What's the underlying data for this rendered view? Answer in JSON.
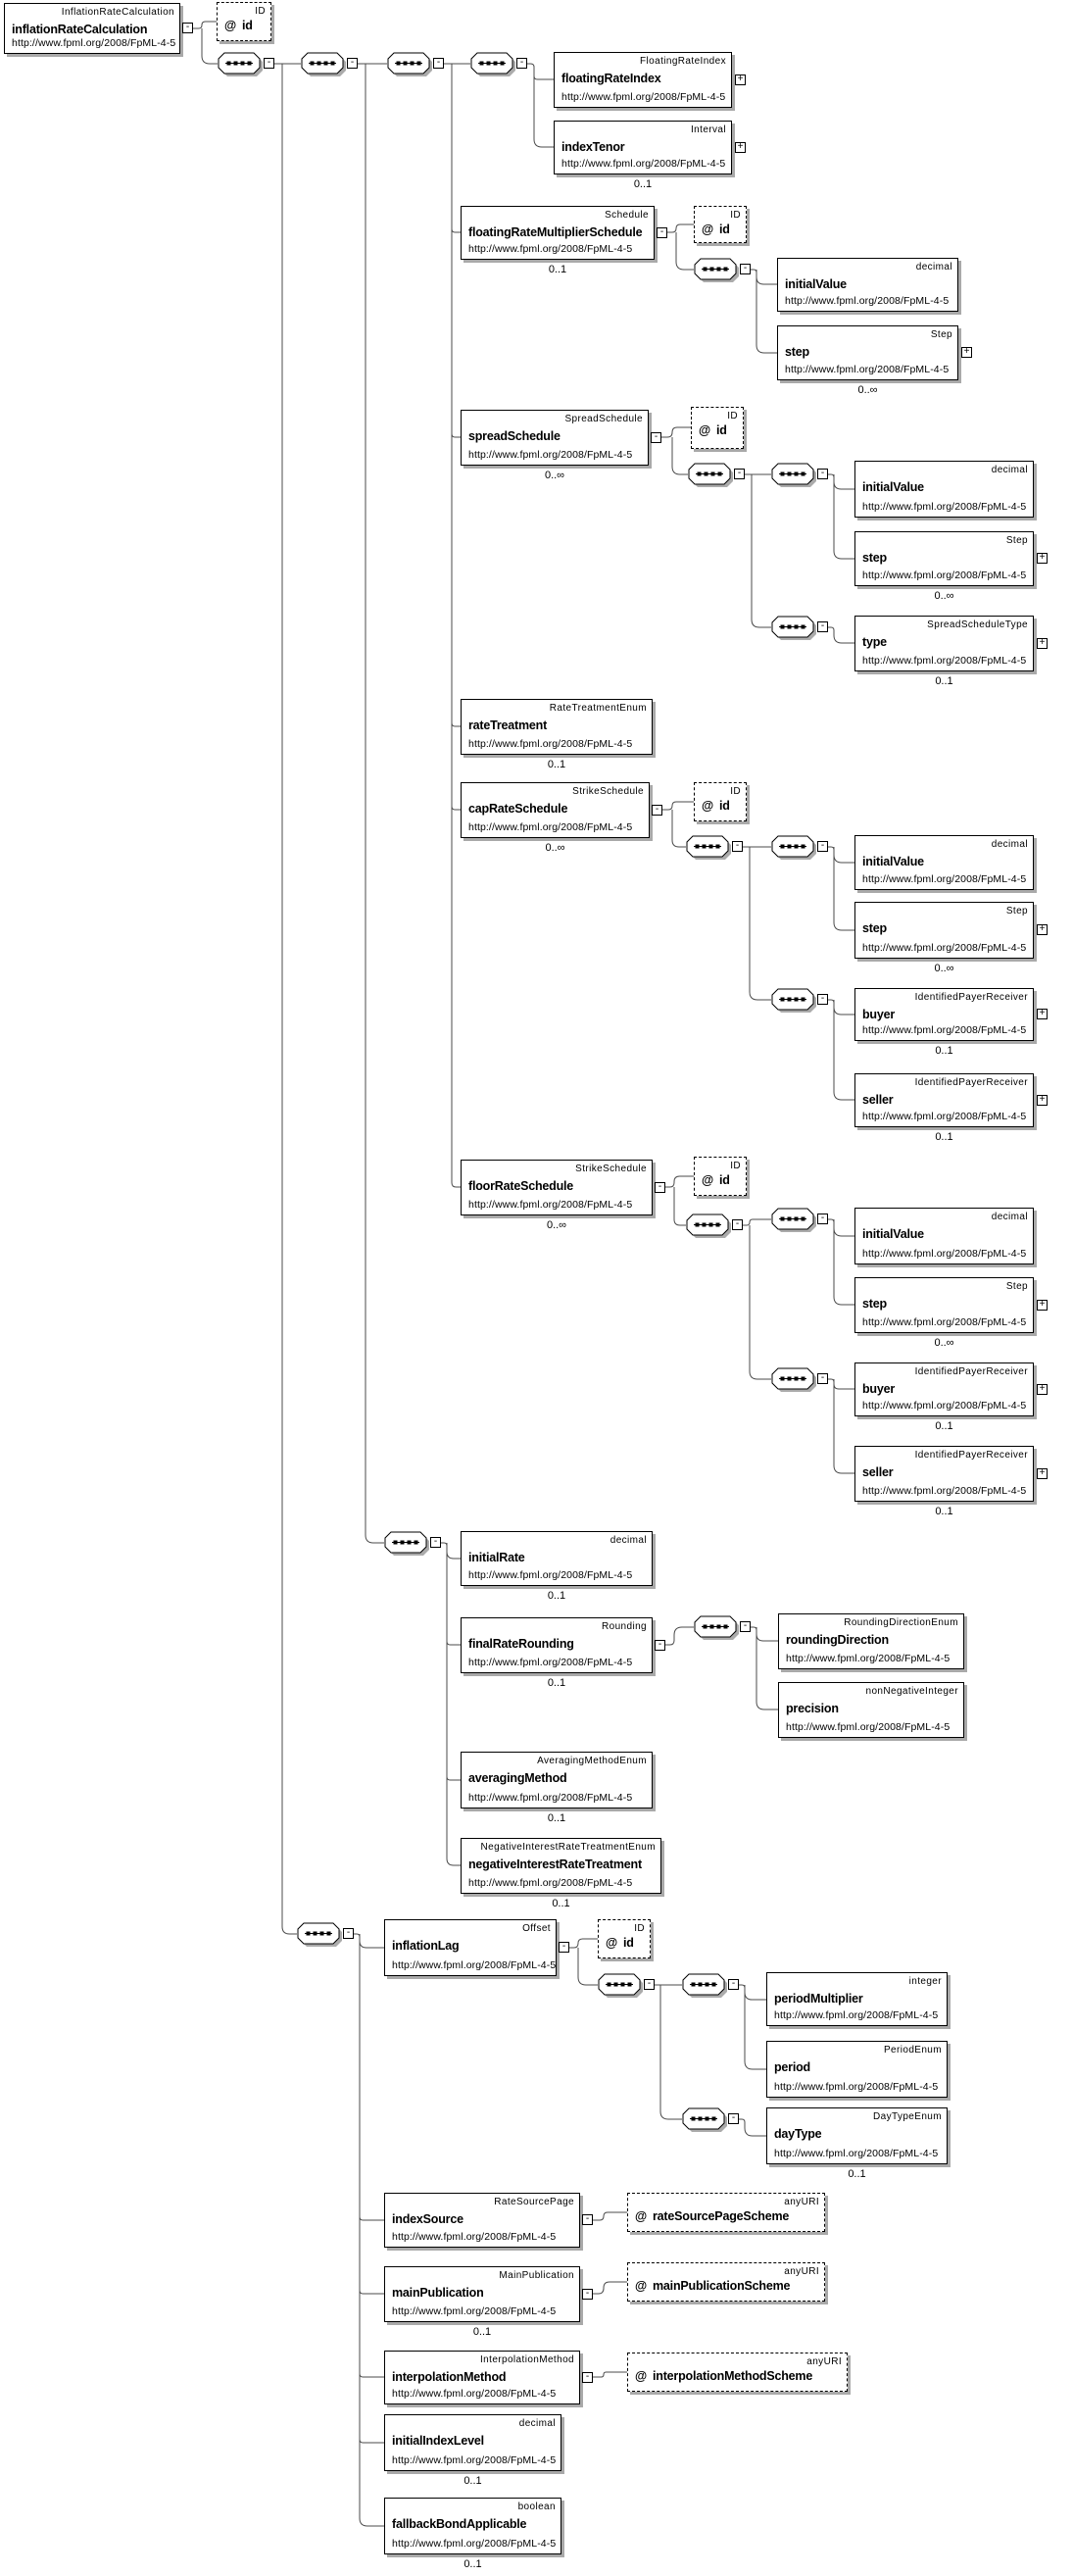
{
  "diagram": {
    "namespace": "http://www.fpml.org/2008/FpML-4-5",
    "icons": {
      "plus": "+",
      "minus": "-",
      "at": "@"
    },
    "nodes": [
      {
        "id": "e_root",
        "kind": "element",
        "type": "InflationRateCalculation",
        "name": "inflationRateCalculation",
        "minus": true
      },
      {
        "id": "a_root_id",
        "kind": "attribute",
        "type": "ID",
        "name": "id"
      },
      {
        "id": "s_a",
        "kind": "sequence"
      },
      {
        "id": "s_b",
        "kind": "sequence"
      },
      {
        "id": "s_c",
        "kind": "sequence"
      },
      {
        "id": "s_d",
        "kind": "sequence"
      },
      {
        "id": "e_fri",
        "kind": "element",
        "type": "FloatingRateIndex",
        "name": "floatingRateIndex",
        "plus": true
      },
      {
        "id": "e_tenor",
        "kind": "element",
        "type": "Interval",
        "name": "indexTenor",
        "plus": true,
        "card": "0..1"
      },
      {
        "id": "e_frms",
        "kind": "element",
        "type": "Schedule",
        "name": "floatingRateMultiplierSchedule",
        "minus": true,
        "card": "0..1"
      },
      {
        "id": "a_frms_id",
        "kind": "attribute",
        "type": "ID",
        "name": "id"
      },
      {
        "id": "s_frms",
        "kind": "sequence"
      },
      {
        "id": "e_frms_iv",
        "kind": "element",
        "type": "decimal",
        "name": "initialValue"
      },
      {
        "id": "e_frms_step",
        "kind": "element",
        "type": "Step",
        "name": "step",
        "plus": true,
        "card": "0..∞"
      },
      {
        "id": "e_ss",
        "kind": "element",
        "type": "SpreadSchedule",
        "name": "spreadSchedule",
        "minus": true,
        "card": "0..∞"
      },
      {
        "id": "a_ss_id",
        "kind": "attribute",
        "type": "ID",
        "name": "id"
      },
      {
        "id": "s_ss_o",
        "kind": "sequence"
      },
      {
        "id": "s_ss_1",
        "kind": "sequence"
      },
      {
        "id": "e_ss_iv",
        "kind": "element",
        "type": "decimal",
        "name": "initialValue"
      },
      {
        "id": "e_ss_step",
        "kind": "element",
        "type": "Step",
        "name": "step",
        "plus": true,
        "card": "0..∞"
      },
      {
        "id": "s_ss_2",
        "kind": "sequence"
      },
      {
        "id": "e_ss_type",
        "kind": "element",
        "type": "SpreadScheduleType",
        "name": "type",
        "plus": true,
        "card": "0..1"
      },
      {
        "id": "e_rt",
        "kind": "element",
        "type": "RateTreatmentEnum",
        "name": "rateTreatment",
        "card": "0..1"
      },
      {
        "id": "e_crs",
        "kind": "element",
        "type": "StrikeSchedule",
        "name": "capRateSchedule",
        "minus": true,
        "card": "0..∞"
      },
      {
        "id": "a_crs_id",
        "kind": "attribute",
        "type": "ID",
        "name": "id"
      },
      {
        "id": "s_crs_o",
        "kind": "sequence"
      },
      {
        "id": "s_crs_1",
        "kind": "sequence"
      },
      {
        "id": "e_crs_iv",
        "kind": "element",
        "type": "decimal",
        "name": "initialValue"
      },
      {
        "id": "e_crs_step",
        "kind": "element",
        "type": "Step",
        "name": "step",
        "plus": true,
        "card": "0..∞"
      },
      {
        "id": "s_crs_2",
        "kind": "sequence"
      },
      {
        "id": "e_crs_buyer",
        "kind": "element",
        "type": "IdentifiedPayerReceiver",
        "name": "buyer",
        "plus": true,
        "card": "0..1"
      },
      {
        "id": "e_crs_seller",
        "kind": "element",
        "type": "IdentifiedPayerReceiver",
        "name": "seller",
        "plus": true,
        "card": "0..1"
      },
      {
        "id": "e_flrs",
        "kind": "element",
        "type": "StrikeSchedule",
        "name": "floorRateSchedule",
        "minus": true,
        "card": "0..∞"
      },
      {
        "id": "a_flrs_id",
        "kind": "attribute",
        "type": "ID",
        "name": "id"
      },
      {
        "id": "s_flrs_o",
        "kind": "sequence"
      },
      {
        "id": "s_flrs_1",
        "kind": "sequence"
      },
      {
        "id": "e_flrs_iv",
        "kind": "element",
        "type": "decimal",
        "name": "initialValue"
      },
      {
        "id": "e_flrs_step",
        "kind": "element",
        "type": "Step",
        "name": "step",
        "plus": true,
        "card": "0..∞"
      },
      {
        "id": "s_flrs_2",
        "kind": "sequence"
      },
      {
        "id": "e_flrs_buyer",
        "kind": "element",
        "type": "IdentifiedPayerReceiver",
        "name": "buyer",
        "plus": true,
        "card": "0..1"
      },
      {
        "id": "e_flrs_seller",
        "kind": "element",
        "type": "IdentifiedPayerReceiver",
        "name": "seller",
        "plus": true,
        "card": "0..1"
      },
      {
        "id": "s_f",
        "kind": "sequence"
      },
      {
        "id": "e_ir",
        "kind": "element",
        "type": "decimal",
        "name": "initialRate",
        "card": "0..1"
      },
      {
        "id": "e_frr",
        "kind": "element",
        "type": "Rounding",
        "name": "finalRateRounding",
        "minus": true,
        "card": "0..1"
      },
      {
        "id": "s_g",
        "kind": "sequence"
      },
      {
        "id": "e_rd",
        "kind": "element",
        "type": "RoundingDirectionEnum",
        "name": "roundingDirection"
      },
      {
        "id": "e_prec",
        "kind": "element",
        "type": "nonNegativeInteger",
        "name": "precision"
      },
      {
        "id": "e_am",
        "kind": "element",
        "type": "AveragingMethodEnum",
        "name": "averagingMethod",
        "card": "0..1"
      },
      {
        "id": "e_nirt",
        "kind": "element",
        "type": "NegativeInterestRateTreatmentEnum",
        "name": "negativeInterestRateTreatment",
        "card": "0..1"
      },
      {
        "id": "s_e",
        "kind": "sequence"
      },
      {
        "id": "e_il",
        "kind": "element",
        "type": "Offset",
        "name": "inflationLag",
        "minus": true
      },
      {
        "id": "a_il_id",
        "kind": "attribute",
        "type": "ID",
        "name": "id"
      },
      {
        "id": "s_il_o",
        "kind": "sequence"
      },
      {
        "id": "s_il_1",
        "kind": "sequence"
      },
      {
        "id": "e_pm",
        "kind": "element",
        "type": "integer",
        "name": "periodMultiplier"
      },
      {
        "id": "e_per",
        "kind": "element",
        "type": "PeriodEnum",
        "name": "period"
      },
      {
        "id": "s_il_2",
        "kind": "sequence"
      },
      {
        "id": "e_dt",
        "kind": "element",
        "type": "DayTypeEnum",
        "name": "dayType",
        "card": "0..1"
      },
      {
        "id": "e_is",
        "kind": "element",
        "type": "RateSourcePage",
        "name": "indexSource",
        "minus": true
      },
      {
        "id": "a_rsps",
        "kind": "attribute",
        "type": "anyURI",
        "name": "rateSourcePageScheme"
      },
      {
        "id": "e_mp",
        "kind": "element",
        "type": "MainPublication",
        "name": "mainPublication",
        "minus": true,
        "card": "0..1"
      },
      {
        "id": "a_mps",
        "kind": "attribute",
        "type": "anyURI",
        "name": "mainPublicationScheme"
      },
      {
        "id": "e_im",
        "kind": "element",
        "type": "InterpolationMethod",
        "name": "interpolationMethod",
        "minus": true
      },
      {
        "id": "a_ims",
        "kind": "attribute",
        "type": "anyURI",
        "name": "interpolationMethodScheme"
      },
      {
        "id": "e_iil",
        "kind": "element",
        "type": "decimal",
        "name": "initialIndexLevel",
        "card": "0..1"
      },
      {
        "id": "e_fba",
        "kind": "element",
        "type": "boolean",
        "name": "fallbackBondApplicable",
        "card": "0..1"
      }
    ]
  }
}
